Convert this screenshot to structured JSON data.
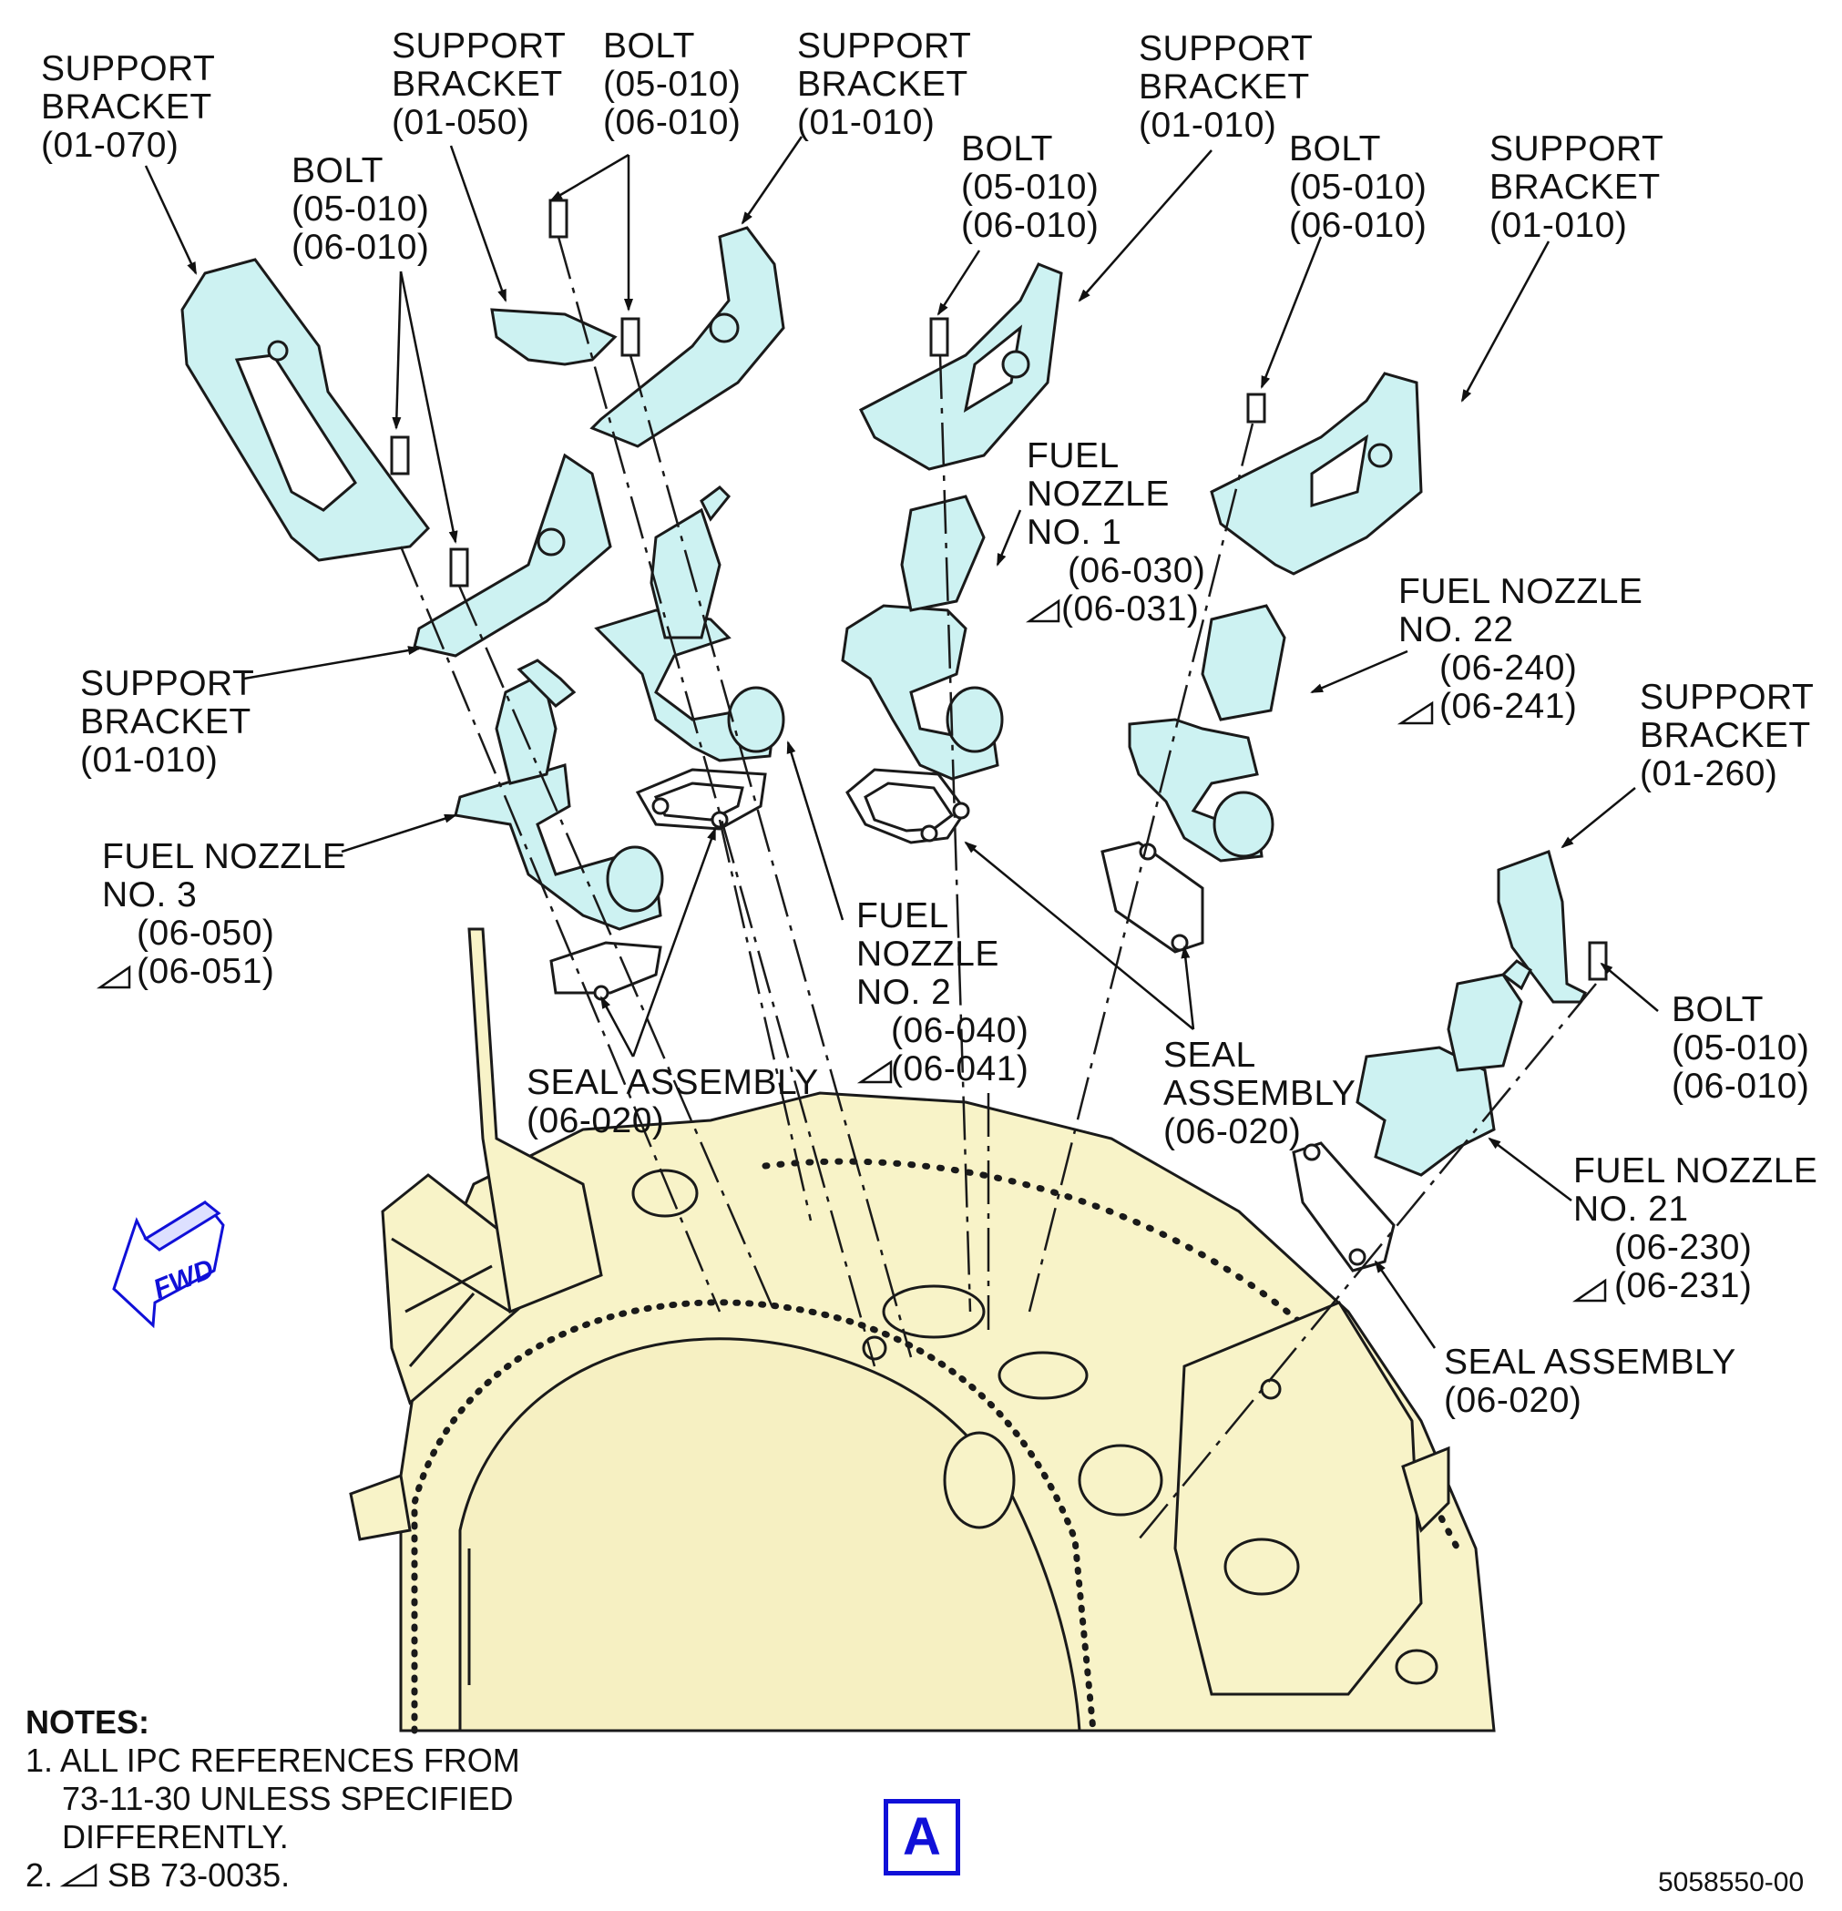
{
  "labels": {
    "bracket_01070": {
      "line1": "SUPPORT",
      "line2": "BRACKET",
      "line3": "(01-070)"
    },
    "bracket_01050": {
      "line1": "SUPPORT",
      "line2": "BRACKET",
      "line3": "(01-050)"
    },
    "bolt_top_a": {
      "line1": "BOLT",
      "line2": "(05-010)",
      "line3": "(06-010)"
    },
    "bracket_01010_a": {
      "line1": "SUPPORT",
      "line2": "BRACKET",
      "line3": "(01-010)"
    },
    "bracket_01010_b": {
      "line1": "SUPPORT",
      "line2": "BRACKET",
      "line3": "(01-010)"
    },
    "bolt_left": {
      "line1": "BOLT",
      "line2": "(05-010)",
      "line3": "(06-010)"
    },
    "bolt_mid": {
      "line1": "BOLT",
      "line2": "(05-010)",
      "line3": "(06-010)"
    },
    "bolt_right": {
      "line1": "BOLT",
      "line2": "(05-010)",
      "line3": "(06-010)"
    },
    "bracket_01010_c": {
      "line1": "SUPPORT",
      "line2": "BRACKET",
      "line3": "(01-010)"
    },
    "nozzle_1": {
      "line1": "FUEL",
      "line2": "NOZZLE",
      "line3": "NO. 1",
      "line4": "(06-030)",
      "line5": "(06-031)"
    },
    "nozzle_22": {
      "line1": "FUEL NOZZLE",
      "line2": "NO. 22",
      "line3": "(06-240)",
      "line4": "(06-241)"
    },
    "bracket_01010_d": {
      "line1": "SUPPORT",
      "line2": "BRACKET",
      "line3": "(01-010)"
    },
    "bracket_01260": {
      "line1": "SUPPORT",
      "line2": "BRACKET",
      "line3": "(01-260)"
    },
    "nozzle_3": {
      "line1": "FUEL NOZZLE",
      "line2": "NO. 3",
      "line3": "(06-050)",
      "line4": "(06-051)"
    },
    "nozzle_2": {
      "line1": "FUEL",
      "line2": "NOZZLE",
      "line3": "NO. 2",
      "line4": "(06-040)",
      "line5": "(06-041)"
    },
    "bolt_bottom_right": {
      "line1": "BOLT",
      "line2": "(05-010)",
      "line3": "(06-010)"
    },
    "seal_left": {
      "line1": "SEAL ASSEMBLY",
      "line2": "(06-020)"
    },
    "seal_mid": {
      "line1": "SEAL",
      "line2": "ASSEMBLY",
      "line3": "(06-020)"
    },
    "nozzle_21": {
      "line1": "FUEL NOZZLE",
      "line2": "NO. 21",
      "line3": "(06-230)",
      "line4": "(06-231)"
    },
    "seal_right": {
      "line1": "SEAL ASSEMBLY",
      "line2": "(06-020)"
    }
  },
  "fwd_label": "FWD",
  "notes": {
    "heading": "NOTES:",
    "line1": "1. ALL IPC REFERENCES FROM",
    "line2": "    73-11-30 UNLESS SPECIFIED",
    "line3": "    DIFFERENTLY.",
    "line4": "2.      SB 73-0035."
  },
  "view_letter": "A",
  "figure_id": "5058550-00",
  "colors": {
    "part_fill": "#cdf2f2",
    "case_fill": "#f8f3c8",
    "outline": "#1a1a1a",
    "accent_blue": "#1010d8"
  }
}
